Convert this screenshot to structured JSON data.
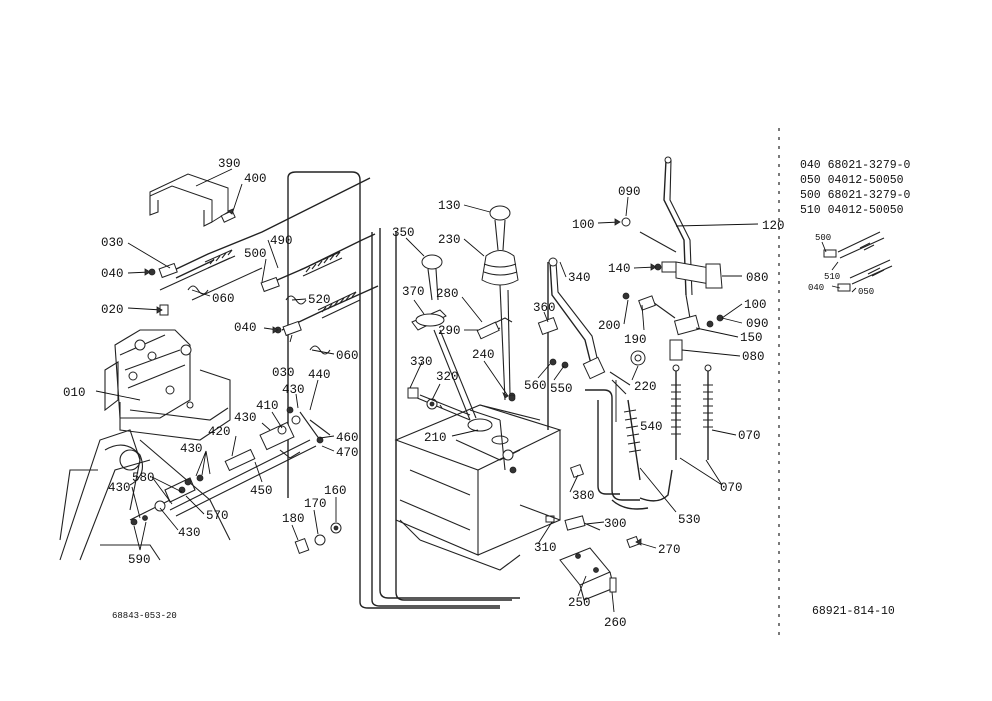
{
  "drawing_ref_left": "68843-053-20",
  "drawing_ref_right": "68921-814-10",
  "legend": [
    {
      "code": "040",
      "part_number": "68021-3279-0"
    },
    {
      "code": "050",
      "part_number": "04012-50050"
    },
    {
      "code": "500",
      "part_number": "68021-3279-0"
    },
    {
      "code": "510",
      "part_number": "04012-50050"
    }
  ],
  "inset_labels": {
    "a": "500",
    "b": "510",
    "c": "040",
    "d": "050"
  },
  "callouts": {
    "p390": "390",
    "p400": "400",
    "p030a": "030",
    "p040a": "040",
    "p060a": "060",
    "p020": "020",
    "p500": "500",
    "p490": "490",
    "p520": "520",
    "p040b": "040",
    "p030b": "030",
    "p060b": "060",
    "p010": "010",
    "p430a": "430",
    "p440": "440",
    "p410": "410",
    "p430b": "430",
    "p460": "460",
    "p470": "470",
    "p420": "420",
    "p430c": "430",
    "p450": "450",
    "p580": "580",
    "p430d": "430",
    "p570": "570",
    "p430e": "430",
    "p590": "590",
    "p160": "160",
    "p170": "170",
    "p180": "180",
    "p130": "130",
    "p230": "230",
    "p350": "350",
    "p280": "280",
    "p370": "370",
    "p290": "290",
    "p240": "240",
    "p330": "330",
    "p320": "320",
    "p210": "210",
    "p340": "340",
    "p360": "360",
    "p560": "560",
    "p550": "550",
    "p090a": "090",
    "p100a": "100",
    "p120": "120",
    "p140": "140",
    "p080a": "080",
    "p200": "200",
    "p190": "190",
    "p100b": "100",
    "p090b": "090",
    "p150": "150",
    "p080b": "080",
    "p220": "220",
    "p540": "540",
    "p070a": "070",
    "p070b": "070",
    "p530": "530",
    "p380": "380",
    "p300": "300",
    "p310": "310",
    "p270": "270",
    "p250": "250",
    "p260": "260"
  }
}
